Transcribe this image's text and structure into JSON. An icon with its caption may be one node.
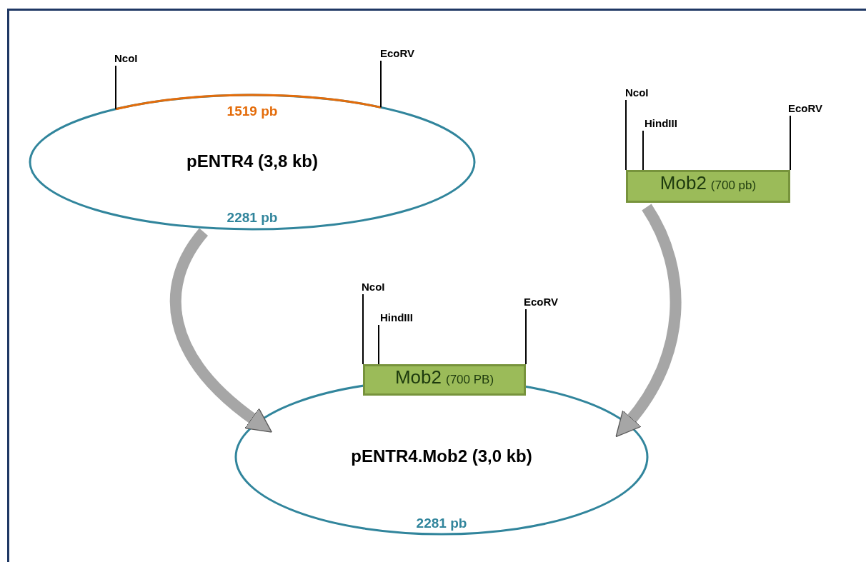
{
  "diagram": {
    "nodes": [
      {
        "text": [
          "1519 pb",
          "pENTR4 (3,8 kb)",
          "2281 pb"
        ]
      },
      {
        "text": [
          "Mob2",
          "(700 pb)"
        ]
      },
      {
        "text": [
          "pENTR4.Mob2 (3,0 kb)",
          "2281 pb"
        ]
      },
      {
        "text": [
          "Mob2",
          "(700 PB)"
        ]
      },
      {
        "text": [
          "NcoI"
        ]
      },
      {
        "text": [
          "EcoRV"
        ]
      },
      {
        "text": [
          "NcoI"
        ]
      },
      {
        "text": [
          "HindIII"
        ]
      },
      {
        "text": [
          "EcoRV"
        ]
      },
      {
        "text": [
          "NcoI"
        ]
      },
      {
        "text": [
          "HindIII"
        ]
      },
      {
        "text": [
          "EcoRV"
        ]
      }
    ],
    "edges": [
      {
        "from": 4,
        "to": 0,
        "arrow": "none"
      },
      {
        "from": 5,
        "to": 0,
        "arrow": "none"
      },
      {
        "from": 6,
        "to": 1,
        "arrow": "none"
      },
      {
        "from": 7,
        "to": 1,
        "arrow": "none"
      },
      {
        "from": 8,
        "to": 1,
        "arrow": "none"
      },
      {
        "from": 9,
        "to": 3,
        "arrow": "none"
      },
      {
        "from": 10,
        "to": 3,
        "arrow": "none"
      },
      {
        "from": 11,
        "to": 3,
        "arrow": "none"
      },
      {
        "from": 0,
        "to": 2,
        "arrow": "to",
        "style": "thick",
        "color": "#a6a6a6"
      },
      {
        "from": 1,
        "to": 2,
        "arrow": "to",
        "style": "thick",
        "color": "#a6a6a6"
      }
    ]
  }
}
